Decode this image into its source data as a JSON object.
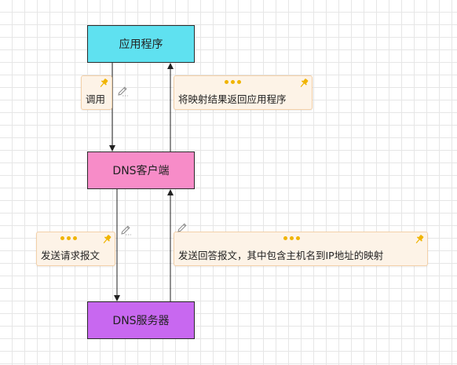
{
  "nodes": {
    "app": {
      "label": "应用程序",
      "color": "#5fe1f0"
    },
    "client": {
      "label": "DNS客户端",
      "color": "#f78cc8"
    },
    "server": {
      "label": "DNS服务器",
      "color": "#c868f0"
    }
  },
  "notes": {
    "call": "调用",
    "mapping": "将映射结果返回应用程序",
    "request": "发送请求报文",
    "answer": "发送回答报文，其中包含主机名到IP地址的映射"
  },
  "icons": {
    "note_pin": "pushpin-icon",
    "note_dots": "ellipsis-icon",
    "edit": "pencil-icon"
  },
  "colors": {
    "note_background": "#fdf3e7",
    "note_border": "#f3d0a8",
    "accent": "#f0b400",
    "arrow": "#222222"
  }
}
